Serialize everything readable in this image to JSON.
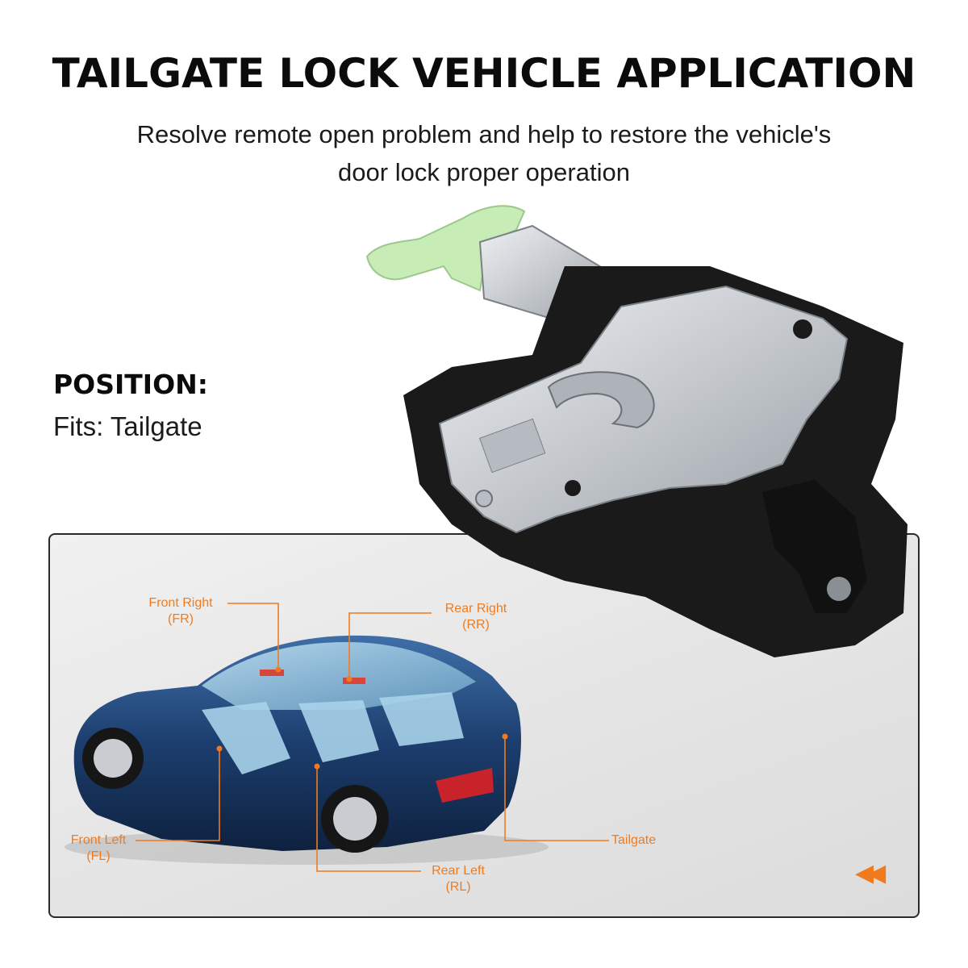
{
  "header": {
    "title": "TAILGATE LOCK VEHICLE APPLICATION",
    "subtitle_line1": "Resolve remote open problem and help to restore the vehicle's",
    "subtitle_line2": "door lock proper operation"
  },
  "position": {
    "label": "POSITION:",
    "value": "Fits: Tailgate"
  },
  "callouts": {
    "front_right": {
      "name": "Front Right",
      "code": "(FR)"
    },
    "rear_right": {
      "name": "Rear Right",
      "code": "(RR)"
    },
    "front_left": {
      "name": "Front Left",
      "code": "(FL)"
    },
    "rear_left": {
      "name": "Rear Left",
      "code": "(RL)"
    },
    "tailgate": {
      "name": "Tailgate"
    }
  },
  "colors": {
    "accent": "#f07b1e",
    "car_body": "#1c3e6e",
    "lock_housing": "#1a1a1a",
    "lock_plate": "#c9ccd0",
    "release_tab": "#c7ecb6"
  },
  "icons": {
    "nav": "rewind-icon"
  }
}
